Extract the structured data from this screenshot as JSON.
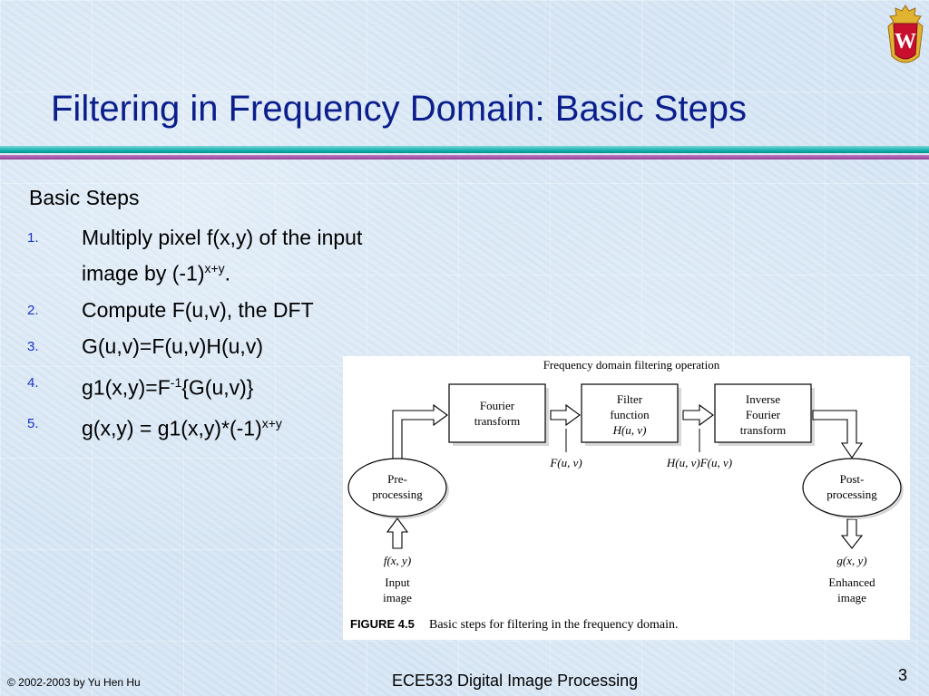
{
  "slide": {
    "title": "Filtering in Frequency Domain: Basic Steps",
    "heading": "Basic Steps",
    "steps": [
      {
        "num": "1.",
        "text": "Multiply pixel f(x,y) of the input image by (-1)",
        "sup": "x+y",
        "tail": "."
      },
      {
        "num": "2.",
        "text": "Compute F(u,v), the DFT",
        "sup": "",
        "tail": ""
      },
      {
        "num": "3.",
        "text": "G(u,v)=F(u,v)H(u,v)",
        "sup": "",
        "tail": ""
      },
      {
        "num": "4.",
        "text": "g1(x,y)=F",
        "sup": "-1",
        "tail": "{G(u,v)}"
      },
      {
        "num": "5.",
        "text": "g(x,y) = g1(x,y)*(-1)",
        "sup": "x+y",
        "tail": ""
      }
    ]
  },
  "figure": {
    "top_label": "Frequency domain filtering operation",
    "box_fourier": [
      "Fourier",
      "transform"
    ],
    "box_filter": [
      "Filter",
      "function",
      "H(u, v)"
    ],
    "box_inverse": [
      "Inverse",
      "Fourier",
      "transform"
    ],
    "ellipse_pre": [
      "Pre-",
      "processing"
    ],
    "ellipse_post": [
      "Post-",
      "processing"
    ],
    "label_F": "F(u, v)",
    "label_HF": "H(u, v)F(u, v)",
    "input_fn": "f(x, y)",
    "input_label": [
      "Input",
      "image"
    ],
    "output_fn": "g(x, y)",
    "output_label": [
      "Enhanced",
      "image"
    ],
    "caption_label": "FIGURE 4.5",
    "caption_text": "Basic steps for filtering in the frequency domain."
  },
  "footer": {
    "copyright": "© 2002-2003  by Yu Hen Hu",
    "course": "ECE533 Digital Image Processing",
    "page": "3"
  },
  "colors": {
    "title": "#0b1e8c",
    "numbers": "#1a34c4",
    "teal_rule": "#13b3b0",
    "purple_rule": "#8e3f96",
    "logo_red": "#c8102e",
    "logo_gold": "#e0b330"
  }
}
